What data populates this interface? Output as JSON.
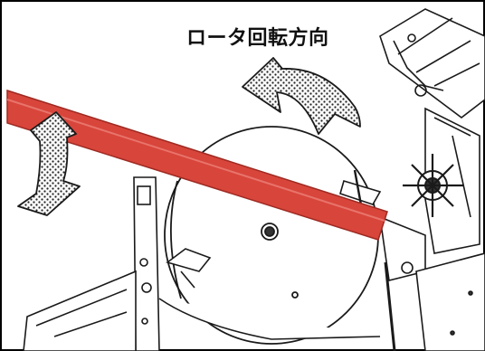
{
  "diagram": {
    "label": "ロータ回転方向",
    "colors": {
      "arm": "#d8453b",
      "arm_edge": "#9e2a22",
      "line": "#1a1a1a",
      "arrow_fill": "#f4f4f4"
    },
    "icons": [
      "curved-rotation-arrow",
      "curved-swing-arrow"
    ]
  }
}
